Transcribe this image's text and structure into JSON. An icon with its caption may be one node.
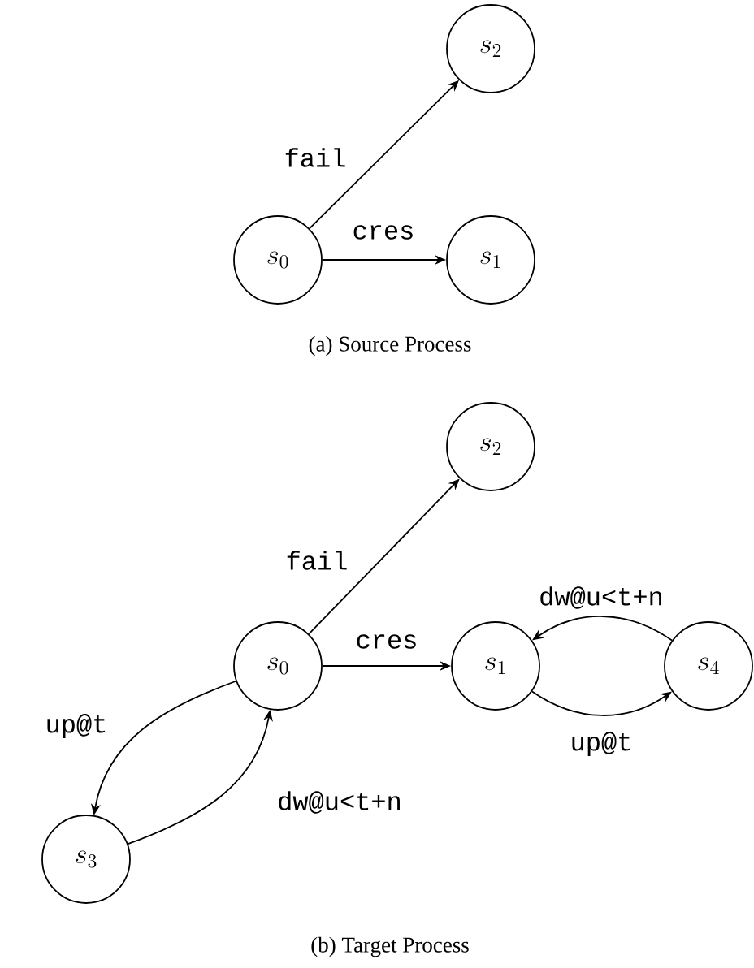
{
  "diagram": {
    "nodes": [
      {
        "text": [
          "s_0"
        ]
      },
      {
        "text": [
          "s_1"
        ]
      },
      {
        "text": [
          "s_2"
        ]
      },
      {
        "text": [
          "s_2"
        ]
      },
      {
        "text": [
          "s_0"
        ]
      },
      {
        "text": [
          "s_1"
        ]
      },
      {
        "text": [
          "s_4"
        ]
      },
      {
        "text": [
          "s_3"
        ]
      }
    ],
    "edges": [
      {
        "from": 0,
        "to": 2,
        "arrow": "to",
        "label": "fail"
      },
      {
        "from": 0,
        "to": 1,
        "arrow": "to",
        "label": "cres"
      },
      {
        "from": 4,
        "to": 3,
        "arrow": "to",
        "label": "fail"
      },
      {
        "from": 4,
        "to": 5,
        "arrow": "to",
        "label": "cres"
      },
      {
        "from": 6,
        "to": 5,
        "arrow": "to",
        "label": "dw@u<t+n"
      },
      {
        "from": 5,
        "to": 6,
        "arrow": "to",
        "label": "up@t"
      },
      {
        "from": 4,
        "to": 7,
        "arrow": "to",
        "label": "up@t"
      },
      {
        "from": 7,
        "to": 4,
        "arrow": "to",
        "label": "dw@u<t+n"
      }
    ],
    "labels": [
      "(a) Source Process",
      "(b) Target Process"
    ]
  }
}
